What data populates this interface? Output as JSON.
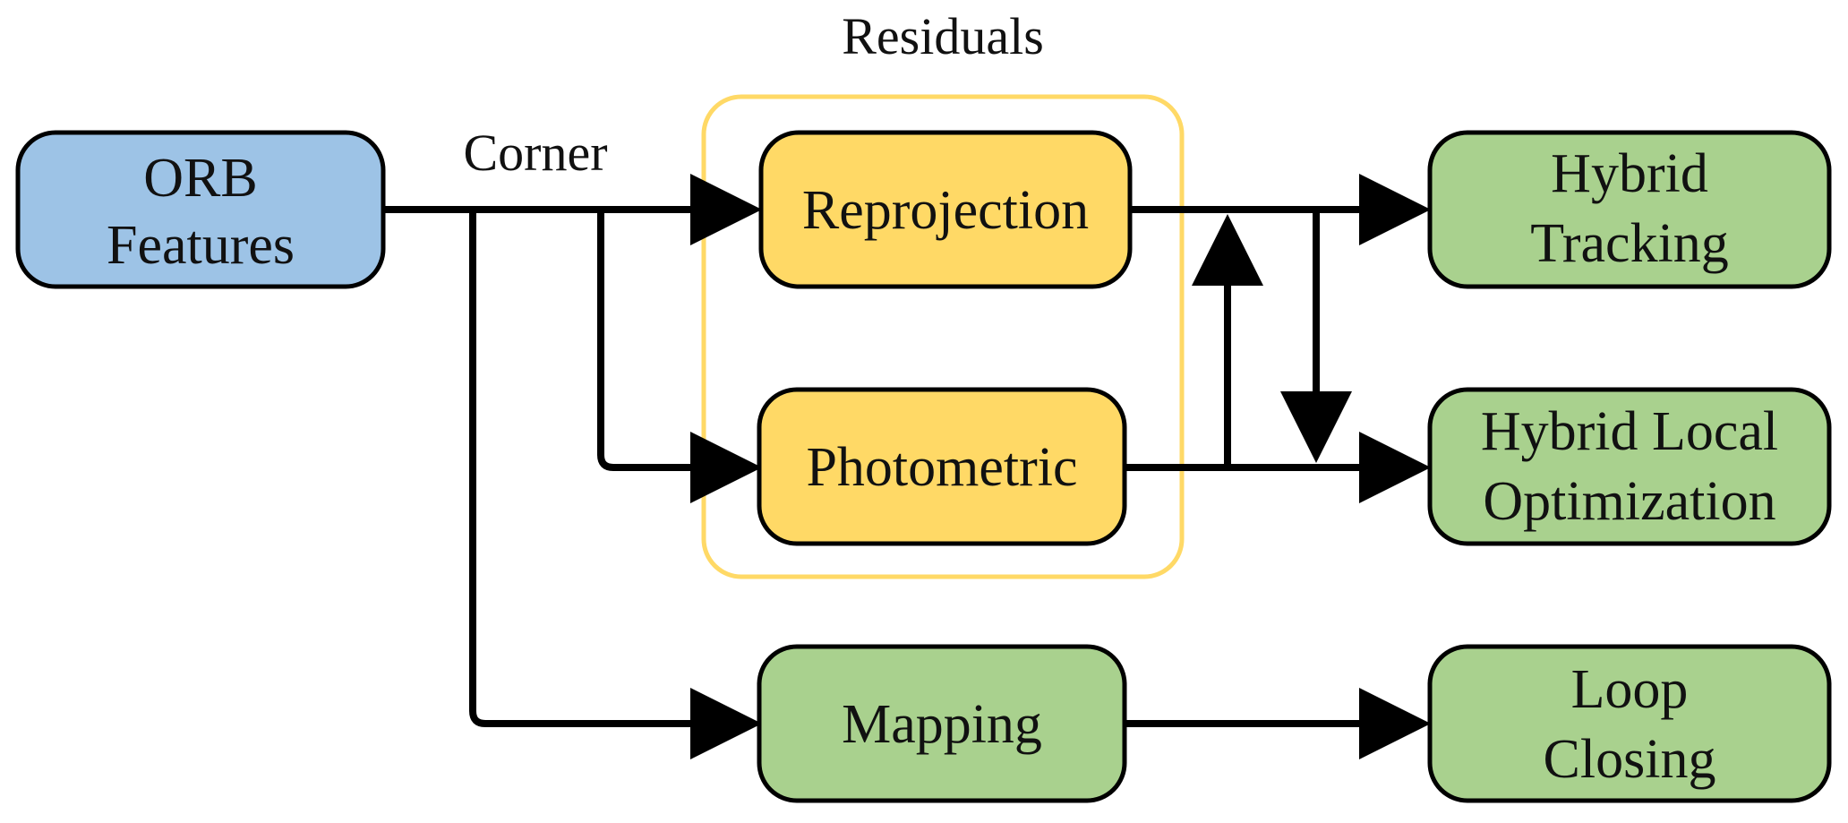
{
  "colors": {
    "blue_node": "#9DC3E6",
    "yellow_node": "#FFD966",
    "green_node": "#A9D18E",
    "group_border": "#FFD966",
    "edge": "#000000"
  },
  "group": {
    "label": "Residuals"
  },
  "edge_labels": {
    "corner": "Corner"
  },
  "nodes": {
    "orb": {
      "line1": "ORB",
      "line2": "Features"
    },
    "reprojection": {
      "label": "Reprojection"
    },
    "photometric": {
      "label": "Photometric"
    },
    "mapping": {
      "label": "Mapping"
    },
    "hybrid_tracking": {
      "line1": "Hybrid",
      "line2": "Tracking"
    },
    "hybrid_local_opt": {
      "line1": "Hybrid Local",
      "line2": "Optimization"
    },
    "loop_closing": {
      "line1": "Loop",
      "line2": "Closing"
    }
  }
}
